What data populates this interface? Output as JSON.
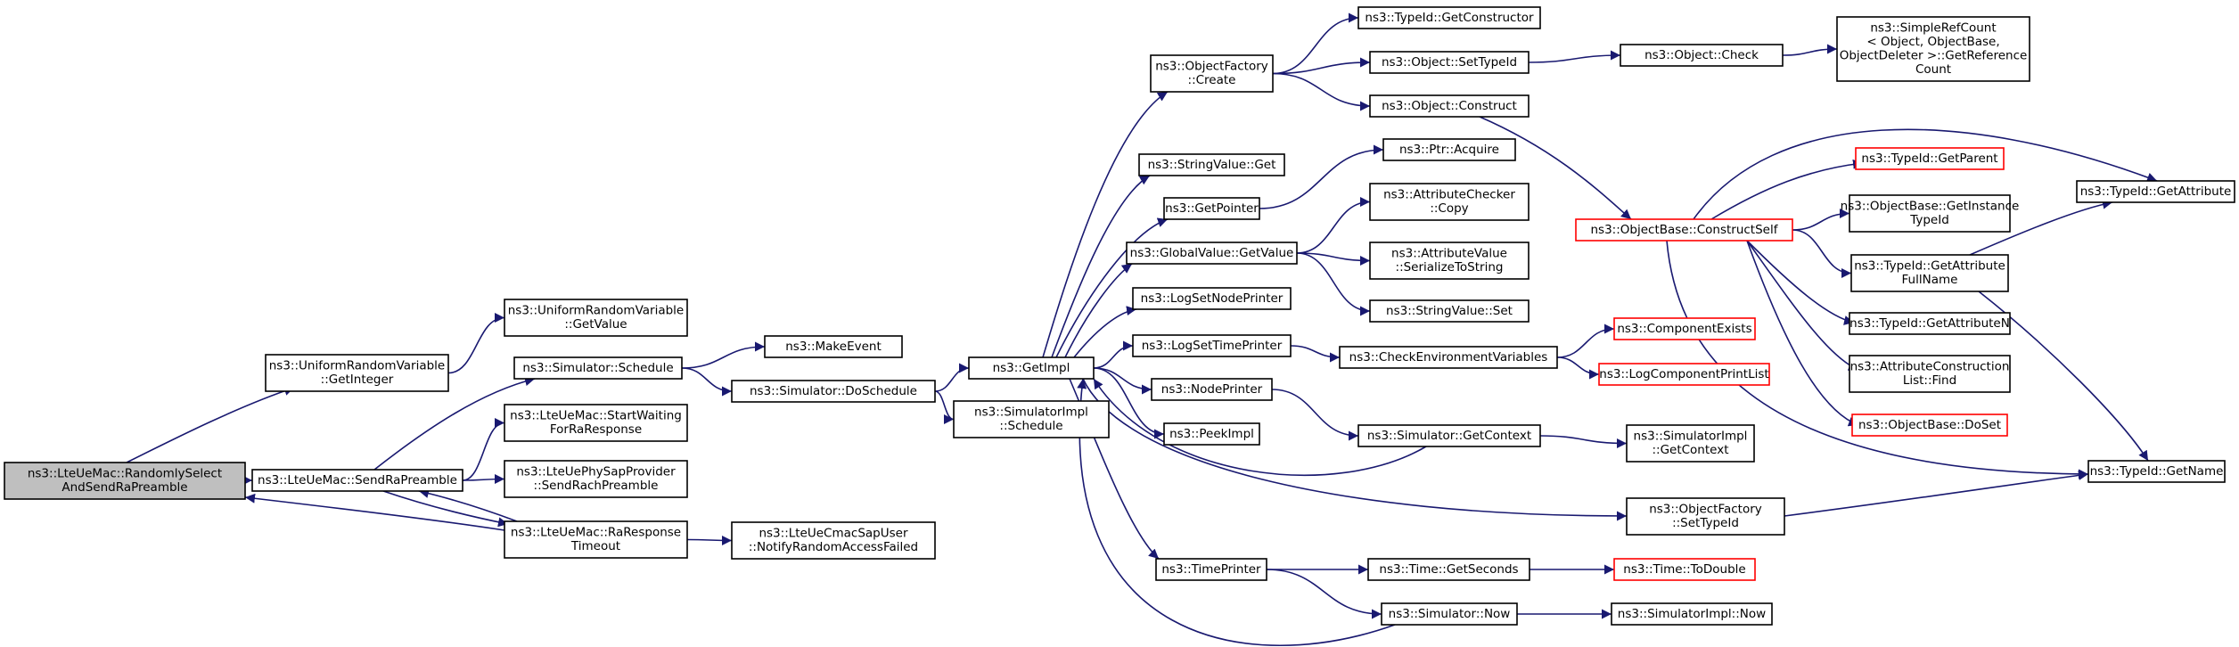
{
  "nodes": [
    {
      "id": "randomly_select",
      "lines": [
        "ns3::LteUeMac::RandomlySelect",
        "AndSendRaPreamble"
      ],
      "root": true
    },
    {
      "id": "urv_getinteger",
      "lines": [
        "ns3::UniformRandomVariable",
        "::GetInteger"
      ]
    },
    {
      "id": "urv_getvalue",
      "lines": [
        "ns3::UniformRandomVariable",
        "::GetValue"
      ]
    },
    {
      "id": "send_ra_preamble",
      "lines": [
        "ns3::LteUeMac::SendRaPreamble"
      ]
    },
    {
      "id": "sim_schedule",
      "lines": [
        "ns3::Simulator::Schedule"
      ]
    },
    {
      "id": "start_waiting",
      "lines": [
        "ns3::LteUeMac::StartWaiting",
        "ForRaResponse"
      ]
    },
    {
      "id": "send_rach",
      "lines": [
        "ns3::LteUePhySapProvider",
        "::SendRachPreamble"
      ]
    },
    {
      "id": "ra_response_timeout",
      "lines": [
        "ns3::LteUeMac::RaResponse",
        "Timeout"
      ]
    },
    {
      "id": "make_event",
      "lines": [
        "ns3::MakeEvent"
      ]
    },
    {
      "id": "do_schedule",
      "lines": [
        "ns3::Simulator::DoSchedule"
      ]
    },
    {
      "id": "notify_failed",
      "lines": [
        "ns3::LteUeCmacSapUser",
        "::NotifyRandomAccessFailed"
      ]
    },
    {
      "id": "get_impl",
      "lines": [
        "ns3::GetImpl"
      ]
    },
    {
      "id": "simimpl_schedule",
      "lines": [
        "ns3::SimulatorImpl",
        "::Schedule"
      ]
    },
    {
      "id": "objfactory_create",
      "lines": [
        "ns3::ObjectFactory",
        "::Create"
      ]
    },
    {
      "id": "stringvalue_get",
      "lines": [
        "ns3::StringValue::Get"
      ]
    },
    {
      "id": "get_pointer",
      "lines": [
        "ns3::GetPointer"
      ]
    },
    {
      "id": "globalvalue_getvalue",
      "lines": [
        "ns3::GlobalValue::GetValue"
      ]
    },
    {
      "id": "log_set_node_printer",
      "lines": [
        "ns3::LogSetNodePrinter"
      ]
    },
    {
      "id": "log_set_time_printer",
      "lines": [
        "ns3::LogSetTimePrinter"
      ]
    },
    {
      "id": "node_printer",
      "lines": [
        "ns3::NodePrinter"
      ]
    },
    {
      "id": "peek_impl",
      "lines": [
        "ns3::PeekImpl"
      ]
    },
    {
      "id": "time_printer",
      "lines": [
        "ns3::TimePrinter"
      ]
    },
    {
      "id": "typeid_getconstructor",
      "lines": [
        "ns3::TypeId::GetConstructor"
      ]
    },
    {
      "id": "object_settypeid",
      "lines": [
        "ns3::Object::SetTypeId"
      ]
    },
    {
      "id": "object_construct",
      "lines": [
        "ns3::Object::Construct"
      ]
    },
    {
      "id": "ptr_acquire",
      "lines": [
        "ns3::Ptr::Acquire"
      ]
    },
    {
      "id": "attrchecker_copy",
      "lines": [
        "ns3::AttributeChecker",
        "::Copy"
      ]
    },
    {
      "id": "attrvalue_serialize",
      "lines": [
        "ns3::AttributeValue",
        "::SerializeToString"
      ]
    },
    {
      "id": "stringvalue_set",
      "lines": [
        "ns3::StringValue::Set"
      ]
    },
    {
      "id": "check_env",
      "lines": [
        "ns3::CheckEnvironmentVariables"
      ]
    },
    {
      "id": "sim_getcontext",
      "lines": [
        "ns3::Simulator::GetContext"
      ]
    },
    {
      "id": "objfactory_settypeid",
      "lines": [
        "ns3::ObjectFactory",
        "::SetTypeId"
      ]
    },
    {
      "id": "time_getseconds",
      "lines": [
        "ns3::Time::GetSeconds"
      ]
    },
    {
      "id": "sim_now",
      "lines": [
        "ns3::Simulator::Now"
      ]
    },
    {
      "id": "object_check",
      "lines": [
        "ns3::Object::Check"
      ]
    },
    {
      "id": "simplerefcount",
      "lines": [
        "ns3::SimpleRefCount",
        "< Object, ObjectBase,",
        "ObjectDeleter >::GetReference",
        "Count"
      ]
    },
    {
      "id": "objbase_constructself",
      "lines": [
        "ns3::ObjectBase::ConstructSelf"
      ],
      "red": true
    },
    {
      "id": "component_exists",
      "lines": [
        "ns3::ComponentExists"
      ],
      "red": true
    },
    {
      "id": "log_component_printlist",
      "lines": [
        "ns3::LogComponentPrintList"
      ],
      "red": true
    },
    {
      "id": "simimpl_getcontext",
      "lines": [
        "ns3::SimulatorImpl",
        "::GetContext"
      ]
    },
    {
      "id": "time_todouble",
      "lines": [
        "ns3::Time::ToDouble"
      ],
      "red": true
    },
    {
      "id": "simimpl_now",
      "lines": [
        "ns3::SimulatorImpl::Now"
      ]
    },
    {
      "id": "typeid_getparent",
      "lines": [
        "ns3::TypeId::GetParent"
      ],
      "red": true
    },
    {
      "id": "objbase_getinstancetypeid",
      "lines": [
        "ns3::ObjectBase::GetInstance",
        "TypeId"
      ]
    },
    {
      "id": "typeid_getattributefullname",
      "lines": [
        "ns3::TypeId::GetAttribute",
        "FullName"
      ]
    },
    {
      "id": "typeid_getattributen",
      "lines": [
        "ns3::TypeId::GetAttributeN"
      ]
    },
    {
      "id": "attrconstructionlist_find",
      "lines": [
        "ns3::AttributeConstruction",
        "List::Find"
      ]
    },
    {
      "id": "objbase_doset",
      "lines": [
        "ns3::ObjectBase::DoSet"
      ],
      "red": true
    },
    {
      "id": "typeid_getattribute",
      "lines": [
        "ns3::TypeId::GetAttribute"
      ]
    },
    {
      "id": "typeid_getname",
      "lines": [
        "ns3::TypeId::GetName"
      ]
    }
  ],
  "edges": [
    [
      "randomly_select",
      "urv_getinteger"
    ],
    [
      "randomly_select",
      "send_ra_preamble"
    ],
    [
      "urv_getinteger",
      "urv_getvalue"
    ],
    [
      "send_ra_preamble",
      "sim_schedule"
    ],
    [
      "send_ra_preamble",
      "start_waiting"
    ],
    [
      "send_ra_preamble",
      "send_rach"
    ],
    [
      "send_ra_preamble",
      "ra_response_timeout"
    ],
    [
      "ra_response_timeout",
      "randomly_select"
    ],
    [
      "ra_response_timeout",
      "send_ra_preamble"
    ],
    [
      "ra_response_timeout",
      "notify_failed"
    ],
    [
      "sim_schedule",
      "make_event"
    ],
    [
      "sim_schedule",
      "do_schedule"
    ],
    [
      "do_schedule",
      "get_impl"
    ],
    [
      "do_schedule",
      "simimpl_schedule"
    ],
    [
      "get_impl",
      "objfactory_create"
    ],
    [
      "get_impl",
      "stringvalue_get"
    ],
    [
      "get_impl",
      "get_pointer"
    ],
    [
      "get_impl",
      "globalvalue_getvalue"
    ],
    [
      "get_impl",
      "log_set_node_printer"
    ],
    [
      "get_impl",
      "log_set_time_printer"
    ],
    [
      "get_impl",
      "node_printer"
    ],
    [
      "get_impl",
      "peek_impl"
    ],
    [
      "get_impl",
      "time_printer"
    ],
    [
      "get_impl",
      "objfactory_settypeid"
    ],
    [
      "objfactory_create",
      "typeid_getconstructor"
    ],
    [
      "objfactory_create",
      "object_settypeid"
    ],
    [
      "objfactory_create",
      "object_construct"
    ],
    [
      "object_settypeid",
      "object_check"
    ],
    [
      "object_check",
      "simplerefcount"
    ],
    [
      "object_construct",
      "objbase_constructself"
    ],
    [
      "get_pointer",
      "ptr_acquire"
    ],
    [
      "globalvalue_getvalue",
      "attrchecker_copy"
    ],
    [
      "globalvalue_getvalue",
      "attrvalue_serialize"
    ],
    [
      "globalvalue_getvalue",
      "stringvalue_set"
    ],
    [
      "log_set_time_printer",
      "check_env"
    ],
    [
      "check_env",
      "component_exists"
    ],
    [
      "check_env",
      "log_component_printlist"
    ],
    [
      "node_printer",
      "sim_getcontext"
    ],
    [
      "sim_getcontext",
      "get_impl"
    ],
    [
      "sim_getcontext",
      "simimpl_getcontext"
    ],
    [
      "time_printer",
      "time_getseconds"
    ],
    [
      "time_printer",
      "sim_now"
    ],
    [
      "time_getseconds",
      "time_todouble"
    ],
    [
      "sim_now",
      "get_impl"
    ],
    [
      "sim_now",
      "simimpl_now"
    ],
    [
      "objfactory_settypeid",
      "typeid_getname"
    ],
    [
      "objbase_constructself",
      "typeid_getparent"
    ],
    [
      "objbase_constructself",
      "objbase_getinstancetypeid"
    ],
    [
      "objbase_constructself",
      "typeid_getattributefullname"
    ],
    [
      "objbase_constructself",
      "typeid_getattributen"
    ],
    [
      "objbase_constructself",
      "attrconstructionlist_find"
    ],
    [
      "objbase_constructself",
      "objbase_doset"
    ],
    [
      "objbase_constructself",
      "typeid_getattribute"
    ],
    [
      "objbase_constructself",
      "typeid_getname"
    ],
    [
      "typeid_getattributefullname",
      "typeid_getattribute"
    ],
    [
      "typeid_getattributefullname",
      "typeid_getname"
    ]
  ]
}
